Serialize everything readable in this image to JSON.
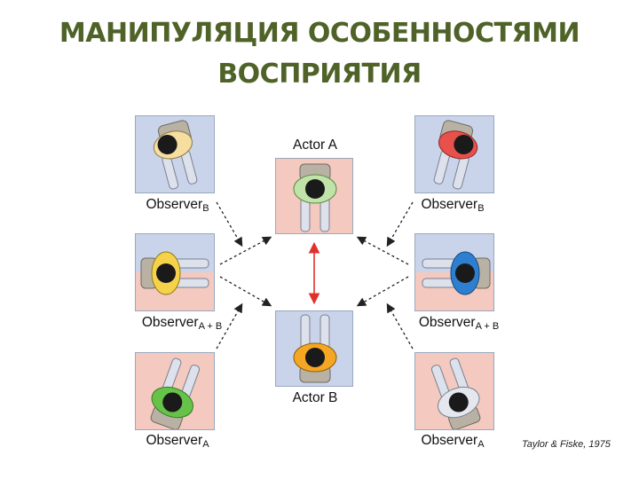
{
  "title": {
    "line1": "МАНИПУЛЯЦИЯ ОСОБЕННОСТЯМИ",
    "line2": "ВОСПРИЯТИЯ"
  },
  "labels": {
    "actor_a": "Actor A",
    "actor_b": "Actor B",
    "observer_b_left": {
      "main": "Observer",
      "sub": "B"
    },
    "observer_b_right": {
      "main": "Observer",
      "sub": "B"
    },
    "observer_ab_left": {
      "main": "Observer",
      "sub": "A + B"
    },
    "observer_ab_right": {
      "main": "Observer",
      "sub": "A + B"
    },
    "observer_a_left": {
      "main": "Observer",
      "sub": "A"
    },
    "observer_a_right": {
      "main": "Observer",
      "sub": "A"
    }
  },
  "credit": "Taylor & Fiske, 1975",
  "colors": {
    "title": "#4f6228",
    "panel_blue": "#c9d4ea",
    "panel_pink": "#f4c9bf",
    "arrow_dashed": "#222222",
    "arrow_red": "#e0312d",
    "shirt_yellow_light": "#f6dea0",
    "shirt_red": "#e8514b",
    "shirt_green_light": "#bfe3a8",
    "shirt_yellow": "#f5d24a",
    "shirt_blue": "#2f7fd0",
    "shirt_orange": "#f5a623",
    "shirt_green": "#67c24a",
    "shirt_white": "#e4e7ee"
  }
}
